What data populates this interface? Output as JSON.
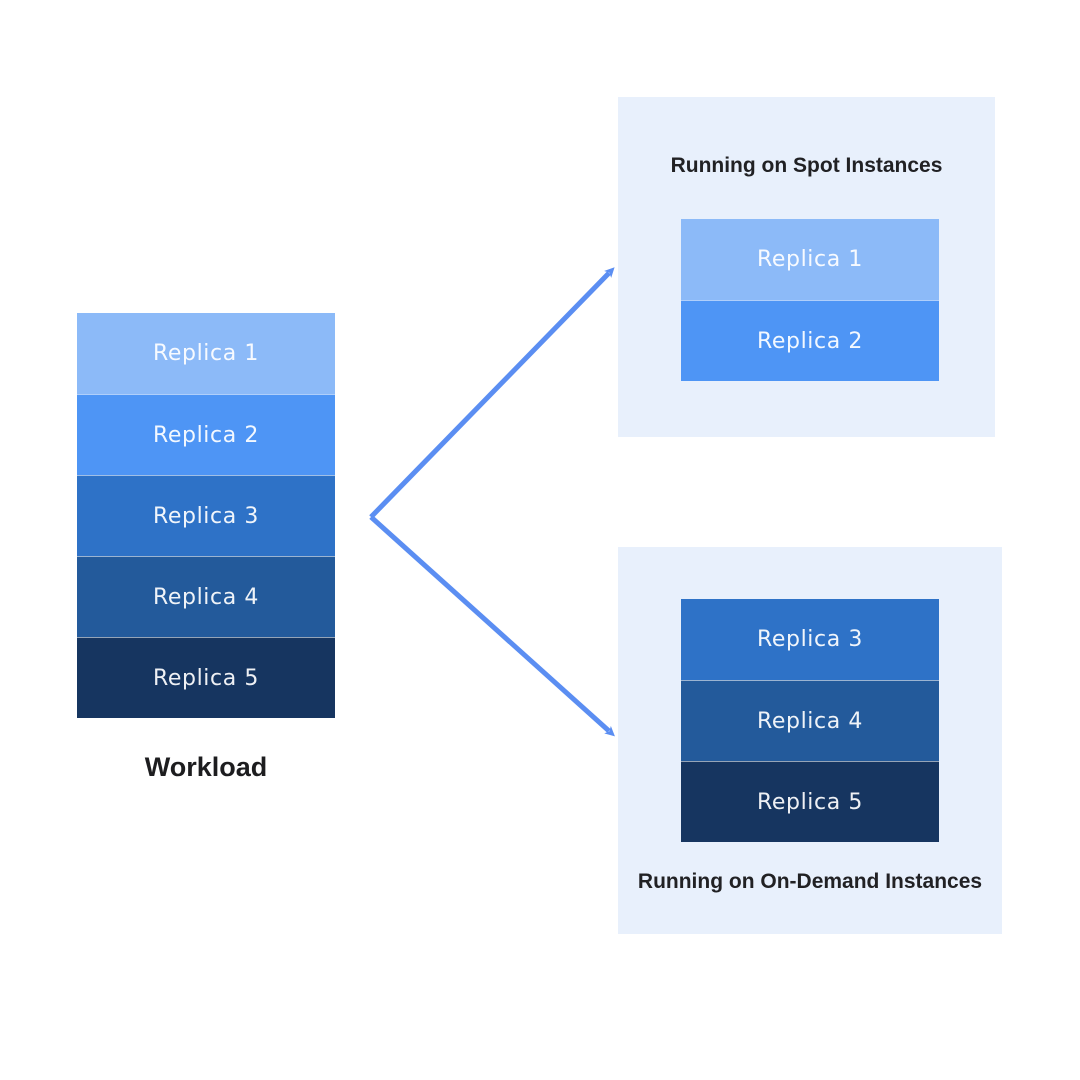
{
  "workload": {
    "label": "Workload",
    "replicas": [
      {
        "label": "Replica 1",
        "color": "#8cbaf8"
      },
      {
        "label": "Replica 2",
        "color": "#4e95f5"
      },
      {
        "label": "Replica 3",
        "color": "#2e72c7"
      },
      {
        "label": "Replica 4",
        "color": "#235a9b"
      },
      {
        "label": "Replica 5",
        "color": "#163560"
      }
    ]
  },
  "spot_panel": {
    "title": "Running on Spot Instances",
    "bg": "#e8f0fc",
    "replicas": [
      {
        "label": "Replica 1",
        "color": "#8cbaf8"
      },
      {
        "label": "Replica 2",
        "color": "#4e95f5"
      }
    ]
  },
  "on_demand_panel": {
    "title": "Running on On-Demand Instances",
    "bg": "#e8f0fc",
    "replicas": [
      {
        "label": "Replica 3",
        "color": "#2e72c7"
      },
      {
        "label": "Replica 4",
        "color": "#235a9b"
      },
      {
        "label": "Replica 5",
        "color": "#163560"
      }
    ]
  },
  "arrows": {
    "color": "#5b8ef2"
  }
}
